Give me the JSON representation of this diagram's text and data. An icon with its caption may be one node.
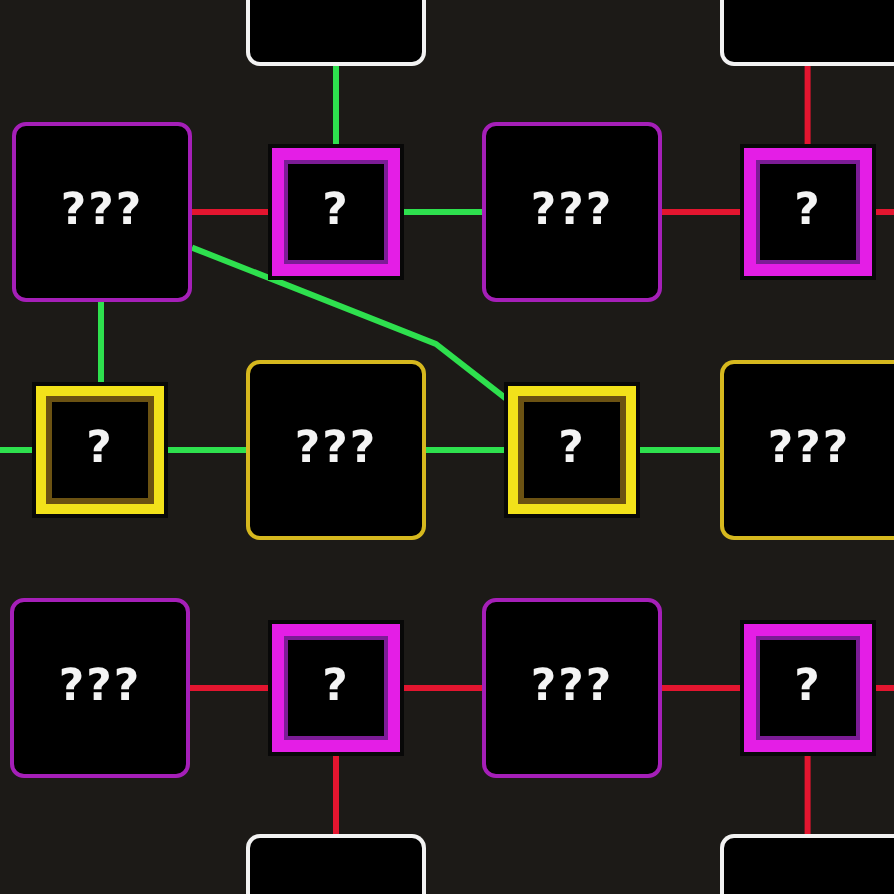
{
  "diagram": {
    "nodes": [
      {
        "text": [],
        "shape": "box"
      },
      {
        "text": [],
        "shape": "box"
      },
      {
        "text": [
          "???"
        ]
      },
      {
        "text": [
          "?"
        ]
      },
      {
        "text": [
          "???"
        ]
      },
      {
        "text": [
          "?"
        ]
      },
      {
        "text": [
          "?"
        ]
      },
      {
        "text": [
          "???"
        ]
      },
      {
        "text": [
          "?"
        ]
      },
      {
        "text": [
          "???"
        ]
      },
      {
        "text": [
          "???"
        ]
      },
      {
        "text": [
          "?"
        ]
      },
      {
        "text": [
          "???"
        ]
      },
      {
        "text": [
          "?"
        ]
      },
      {
        "text": [],
        "shape": "box"
      },
      {
        "text": [],
        "shape": "box"
      }
    ],
    "edges": [
      {
        "from": 0,
        "to": 3,
        "arrow": "none",
        "color": "#2ee04e"
      },
      {
        "from": 1,
        "to": 5,
        "arrow": "none"
      },
      {
        "from": 2,
        "to": 3,
        "arrow": "none"
      },
      {
        "from": 3,
        "to": 4,
        "arrow": "none",
        "color": "#2ee04e"
      },
      {
        "from": 4,
        "to": 5,
        "arrow": "none"
      },
      {
        "from": 5,
        "to": null,
        "arrow": "none"
      },
      {
        "from": 2,
        "to": 6,
        "arrow": "none",
        "color": "#2ee04e"
      },
      {
        "from": 2,
        "to": 8,
        "arrow": "none",
        "color": "#2ee04e"
      },
      {
        "from": null,
        "to": 6,
        "arrow": "none",
        "color": "#2ee04e"
      },
      {
        "from": 6,
        "to": 7,
        "arrow": "none",
        "color": "#2ee04e"
      },
      {
        "from": 7,
        "to": 8,
        "arrow": "none",
        "color": "#2ee04e"
      },
      {
        "from": 8,
        "to": 9,
        "arrow": "none",
        "color": "#2ee04e"
      },
      {
        "from": 10,
        "to": 11,
        "arrow": "none"
      },
      {
        "from": 11,
        "to": 12,
        "arrow": "none"
      },
      {
        "from": 12,
        "to": 13,
        "arrow": "none"
      },
      {
        "from": 13,
        "to": null,
        "arrow": "none"
      },
      {
        "from": 11,
        "to": 14,
        "arrow": "none"
      },
      {
        "from": 13,
        "to": 15,
        "arrow": "none"
      }
    ]
  }
}
